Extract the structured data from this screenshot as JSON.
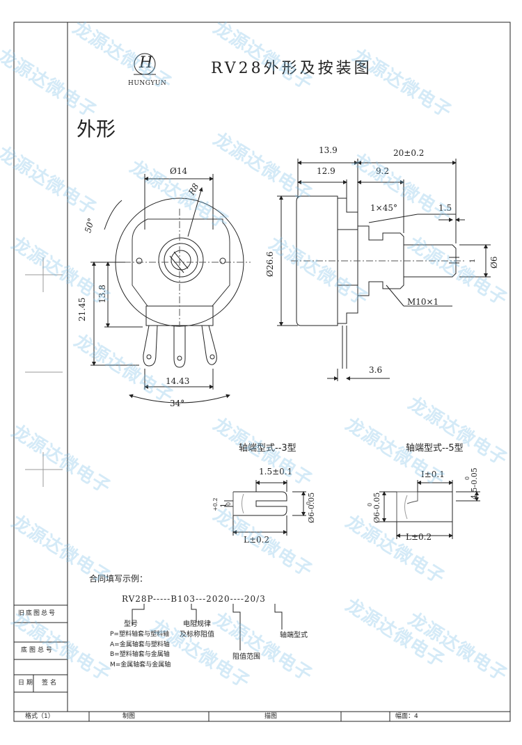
{
  "logo": {
    "letter": "H",
    "brand": "HUNGYUN"
  },
  "title": "RV28外形及按装图",
  "section_title": "外形",
  "front_view": {
    "diameter": "Ø14",
    "radius": "R8",
    "angle_top": "50°",
    "height_outer": "21.45",
    "height_inner": "13.8",
    "pin_span": "14.43",
    "angle_bottom": "34°"
  },
  "side_view": {
    "len_total": "13.9",
    "len_body": "12.9",
    "len_shaft_total": "20±0.2",
    "len_shaft": "9.2",
    "chamfer": "1×45°",
    "tip": "1.5",
    "body_dia": "Ø26.6",
    "shaft_dia": "Ø6",
    "slot": "1",
    "thread": "M10×1",
    "pin_offset": "3.6"
  },
  "shaft3": {
    "title": "轴端型式--3型",
    "width": "1.5±0.1",
    "slot_tol": "+0.2",
    "slot_val": "1",
    "slot_tol2": "0",
    "dia": "Ø6-0.05",
    "dia_tol": "0",
    "length": "L±0.2"
  },
  "shaft5": {
    "title": "轴端型式--5型",
    "flat": "I±0.1",
    "flat_h": "4.5-0.05",
    "flat_h_tol": "0",
    "dia": "Ø6-0.05",
    "dia_tol": "0",
    "length": "L±0.2"
  },
  "contract": {
    "heading": "合同填写示例：",
    "code": "RV28P-----B103---2020----20/3",
    "model_label": "型号",
    "model_options": [
      "P=塑料轴套与塑料轴",
      "A=金属轴套与塑料轴",
      "B=塑料轴套与金属轴",
      "M=金属轴套与金属轴"
    ],
    "resistance_label_1": "电阻规律",
    "resistance_label_2": "及标称阻值",
    "range_label": "阻值范围",
    "shaft_label": "轴端型式"
  },
  "sidebar": {
    "row1": "旧底图总号",
    "row2": "底图总号",
    "row3_a": "日期",
    "row3_b": "签名"
  },
  "footer": {
    "format": "格式（1）",
    "drawn": "制图",
    "traced": "描图",
    "page": "幅面：4"
  },
  "watermark": "龙源达微电子"
}
